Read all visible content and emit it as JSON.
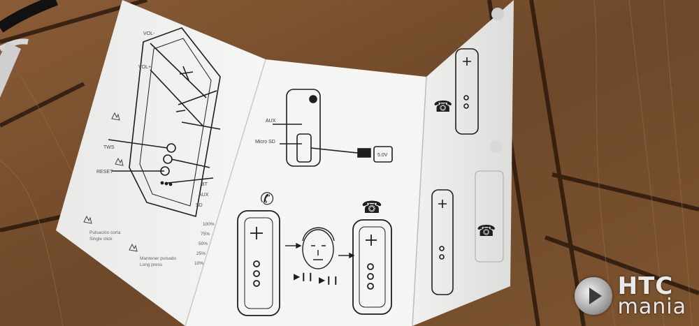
{
  "manual": {
    "left_panel": {
      "labels": [
        "VOL-",
        "VOL+",
        "TWS",
        "RESET",
        "BT",
        "AUX",
        "SD"
      ],
      "battery_levels": [
        "100%",
        "75%",
        "50%",
        "25%",
        "10%"
      ],
      "legend_short": "Pulsación corta",
      "legend_short_sub": "Single click",
      "legend_long": "Mantener pulsado",
      "legend_long_sub": "Long press"
    },
    "center_panel": {
      "aux_label": "AUX",
      "micro_sd_label": "Micro SD",
      "charger_label": "5.0V"
    }
  },
  "watermark": {
    "top": "HTC",
    "bottom": "mania"
  },
  "colors": {
    "paper": "#f4f4f2",
    "wood": "#7a5333",
    "wood_dark": "#3a2414",
    "ink": "#1e1e1e"
  }
}
